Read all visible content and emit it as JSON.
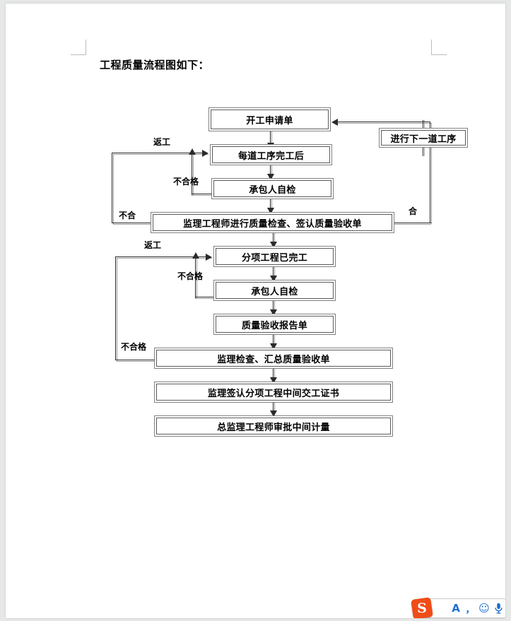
{
  "document": {
    "title_text": "工程质量流程图如下：",
    "page_bg": "#ffffff",
    "canvas_bg": "#e6e8e8",
    "corner_mark_color": "#bcbcbc"
  },
  "flowchart": {
    "line_color": "#2b2b2b",
    "shadow_color": "#9a9a9a",
    "nodes": [
      {
        "id": "n1",
        "label": "开工申请单"
      },
      {
        "id": "n2",
        "label": "进行下一道工序"
      },
      {
        "id": "n3",
        "label": "每道工序完工后"
      },
      {
        "id": "n4",
        "label": "承包人自检"
      },
      {
        "id": "n5",
        "label": "监理工程师进行质量检查、签认质量验收单"
      },
      {
        "id": "n6",
        "label": "分项工程已完工"
      },
      {
        "id": "n7",
        "label": "承包人自检"
      },
      {
        "id": "n8",
        "label": "质量验收报告单"
      },
      {
        "id": "n9",
        "label": "监理检查、汇总质量验收单"
      },
      {
        "id": "n10",
        "label": "监理签认分项工程中间交工证书"
      },
      {
        "id": "n11",
        "label": "总监理工程师审批中间计量"
      }
    ],
    "edge_labels": [
      {
        "id": "e1",
        "label": "返工"
      },
      {
        "id": "e2",
        "label": "不合格"
      },
      {
        "id": "e3",
        "label": "不合"
      },
      {
        "id": "e4",
        "label": "合"
      },
      {
        "id": "e5",
        "label": "返工"
      },
      {
        "id": "e6",
        "label": "不合格"
      },
      {
        "id": "e7",
        "label": "不合格"
      }
    ]
  },
  "ime": {
    "logo_text": "S",
    "logo_color": "#f04c18",
    "accent_color": "#1d6fd0",
    "items": [
      {
        "name": "english-mode",
        "glyph": "A"
      },
      {
        "name": "punctuation-mode",
        "glyph": "，"
      },
      {
        "name": "emoji-panel",
        "glyph": "☺"
      },
      {
        "name": "voice-input",
        "glyph": "🎤"
      }
    ]
  }
}
